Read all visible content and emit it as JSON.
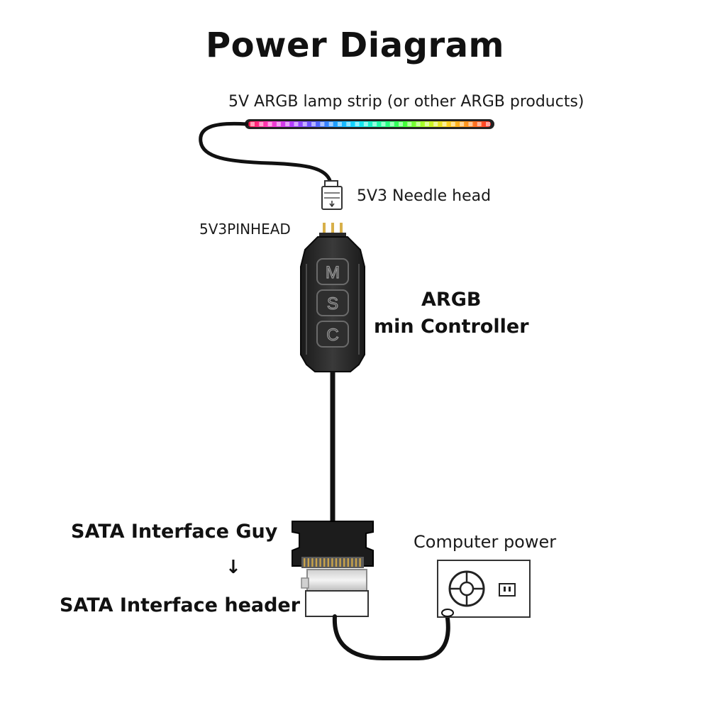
{
  "title": "Power Diagram",
  "labels": {
    "lamp_strip": "5V ARGB lamp strip (or other ARGB products)",
    "needle_head": "5V3 Needle head",
    "pinhead": "5V3PINHEAD",
    "controller_line1": "ARGB",
    "controller_line2": "min Controller",
    "sata_guy": "SATA Interface Guy",
    "sata_arrow": "↓",
    "sata_header": "SATA Interface header",
    "computer_power": "Computer power"
  },
  "controller_buttons": [
    "M",
    "S",
    "C"
  ],
  "colors": {
    "cable": "#111111",
    "controller_body": "#2a2a2a",
    "strip_rainbow": [
      "#ff1a4a",
      "#ff3cc8",
      "#b43cff",
      "#5a5aff",
      "#1ea0ff",
      "#10e0ff",
      "#20ff9a",
      "#3cff3c",
      "#b4ff28",
      "#ffd21e",
      "#ff8c1e",
      "#ff2828"
    ]
  }
}
